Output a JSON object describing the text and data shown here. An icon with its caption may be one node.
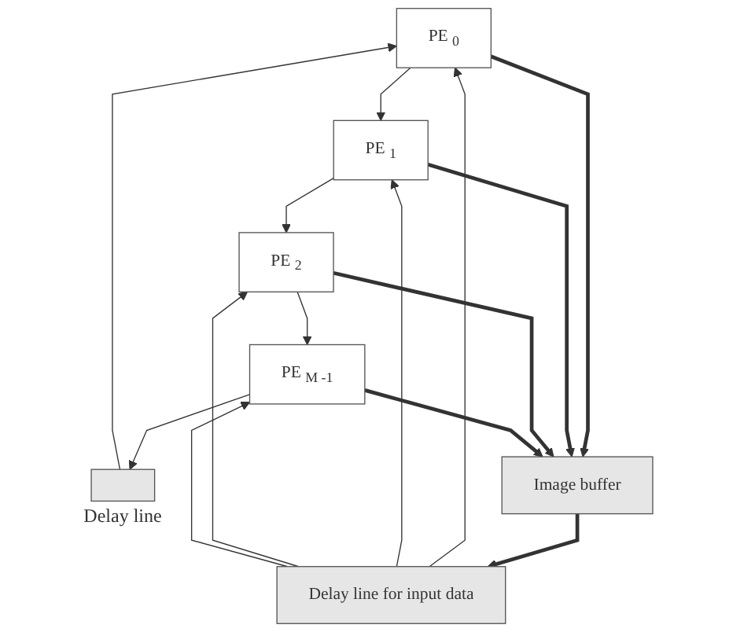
{
  "diagram": {
    "nodes": [
      {
        "text": [
          "PE $_{0}$"
        ]
      },
      {
        "text": [
          "PE $_{1}$"
        ]
      },
      {
        "text": [
          "PE $_{2}$"
        ]
      },
      {
        "text": [
          "PE $_{M -1}$"
        ]
      },
      {
        "text": [],
        "shape": "box",
        "beside": [
          "Delay line"
        ]
      },
      {
        "text": [
          "Delay line for input data"
        ]
      },
      {
        "text": [
          "Image buffer"
        ]
      }
    ],
    "edges": [
      {
        "from": 4,
        "to": 0,
        "arrow": "to"
      },
      {
        "from": 0,
        "to": 1,
        "arrow": "to"
      },
      {
        "from": 1,
        "to": 2,
        "arrow": "to"
      },
      {
        "from": 2,
        "to": 3,
        "arrow": "to"
      },
      {
        "from": 3,
        "to": 4,
        "arrow": "to"
      },
      {
        "from": 5,
        "to": 0,
        "arrow": "to"
      },
      {
        "from": 5,
        "to": 1,
        "arrow": "to"
      },
      {
        "from": 5,
        "to": 2,
        "arrow": "to"
      },
      {
        "from": 5,
        "to": 3,
        "arrow": "to"
      },
      {
        "from": 6,
        "to": 5,
        "arrow": "to",
        "style": "thick"
      },
      {
        "from": 0,
        "to": 6,
        "arrow": "to",
        "style": "thick"
      },
      {
        "from": 1,
        "to": 6,
        "arrow": "to",
        "style": "thick"
      },
      {
        "from": 2,
        "to": 6,
        "arrow": "to",
        "style": "thick"
      },
      {
        "from": 3,
        "to": 6,
        "arrow": "to",
        "style": "thick"
      }
    ]
  }
}
